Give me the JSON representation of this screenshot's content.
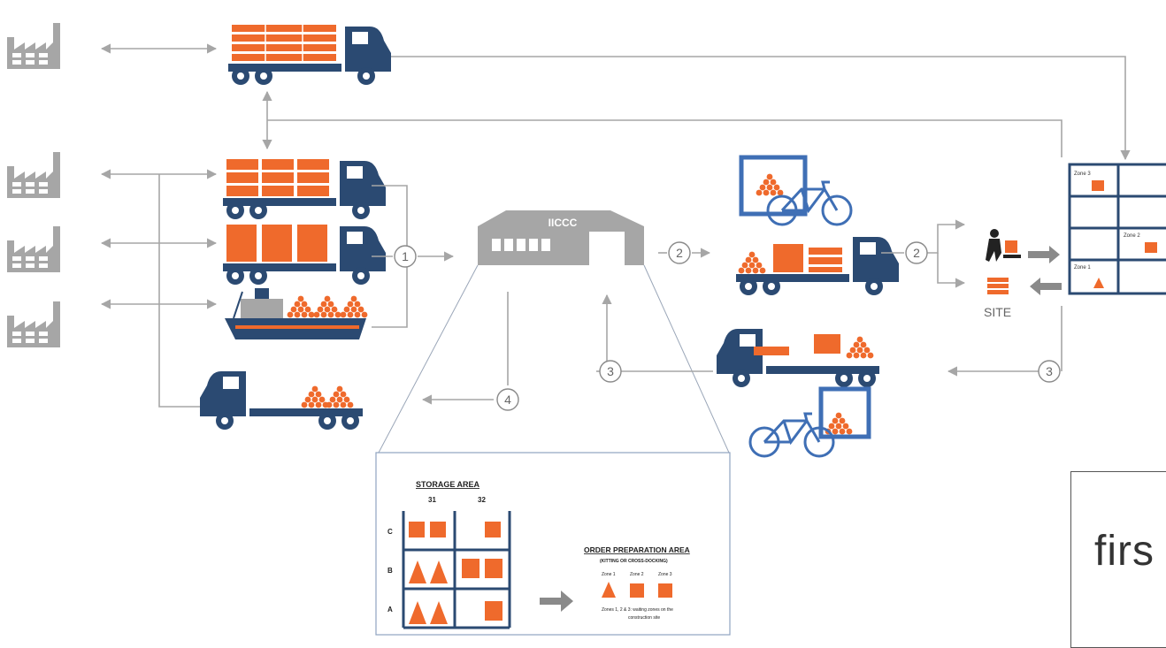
{
  "hub": {
    "label": "IICCC"
  },
  "steps": {
    "s1": "1",
    "s2a": "2",
    "s2b": "2",
    "s3a": "3",
    "s3b": "3",
    "s4": "4"
  },
  "site": {
    "label": "SITE"
  },
  "site_grid": {
    "zone3": "Zone 3",
    "zone2": "Zone 2",
    "zone1": "Zone 1"
  },
  "warehouse": {
    "storage_title": "STORAGE AREA",
    "columns": [
      "31",
      "32"
    ],
    "rows": [
      "C",
      "B",
      "A"
    ],
    "order_title": "ORDER PREPARATION AREA",
    "order_subtitle": "(KITTING OR CROSS-DOCKING)",
    "zones": [
      "Zone 1",
      "Zone 2",
      "Zone 3"
    ],
    "note_line1": "Zones 1, 2 & 3: waiting zones on the",
    "note_line2": "construction site"
  },
  "callout": {
    "text": "firs"
  },
  "colors": {
    "orange": "#ef6a2c",
    "navy": "#2b4a72",
    "gray": "#a6a6a6",
    "light_blue": "#3f6fb5"
  },
  "icons": [
    "factory-icon",
    "truck-icon",
    "ship-icon",
    "cargo-bike-icon",
    "warehouse-icon",
    "worker-pallet-icon"
  ]
}
